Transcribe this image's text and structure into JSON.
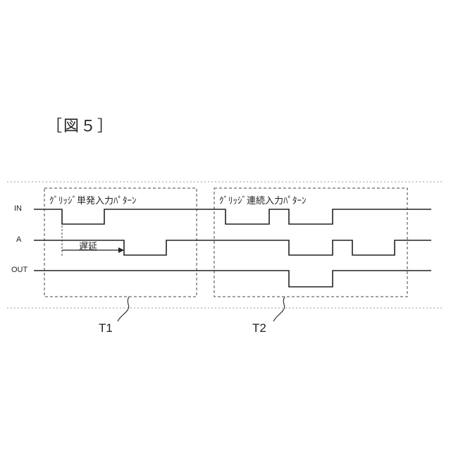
{
  "figure": {
    "title": "［図５］",
    "signals": {
      "in": "IN",
      "a": "A",
      "out": "OUT"
    },
    "boxes": {
      "t1_label": "ｸﾞﾘｯｼﾞ単発入力ﾊﾟﾀｰﾝ",
      "t2_label": "ｸﾞﾘｯｼﾞ連続入力ﾊﾟﾀｰﾝ"
    },
    "delay_label": "遅延",
    "callouts": {
      "t1": "T1",
      "t2": "T2"
    }
  }
}
